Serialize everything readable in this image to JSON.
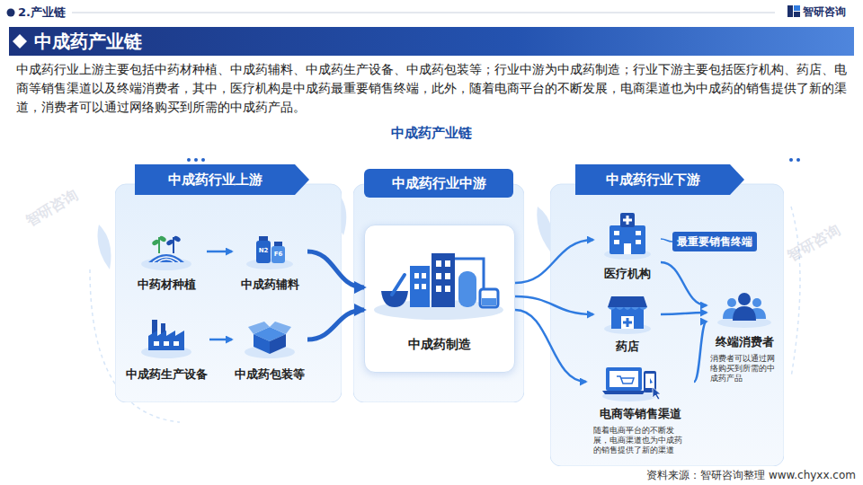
{
  "diagram": {
    "title": "中成药产业链",
    "nodes": [
      {
        "text": [
          "中成药行业上游"
        ]
      },
      {
        "text": [
          "中药材种植"
        ],
        "in": 0
      },
      {
        "text": [
          "中成药辅料"
        ],
        "in": 0
      },
      {
        "text": [
          "中成药生产设备"
        ],
        "in": 0
      },
      {
        "text": [
          "中成药包装等"
        ],
        "in": 0
      },
      {
        "text": [
          "中成药行业中游"
        ]
      },
      {
        "text": [
          "中成药制造"
        ],
        "in": 5
      },
      {
        "text": [
          "中成药行业下游"
        ]
      },
      {
        "text": [
          "医疗机构"
        ],
        "in": 7
      },
      {
        "text": [
          "最重要销售终端"
        ],
        "in": 7
      },
      {
        "text": [
          "药店"
        ],
        "in": 7
      },
      {
        "text": [
          "电商等销售渠道",
          "随着电商平台的不断发展，电商渠道也为中成药的销售提供了新的渠道"
        ],
        "in": 7
      },
      {
        "text": [
          "终端消费者",
          "消费者可以通过网络购买到所需的中成药产品"
        ],
        "in": 7
      }
    ],
    "edges": [
      {
        "from": 1,
        "to": 2,
        "arrow": "to"
      },
      {
        "from": 3,
        "to": 4,
        "arrow": "to"
      },
      {
        "from": 2,
        "to": 6,
        "arrow": "to"
      },
      {
        "from": 4,
        "to": 6,
        "arrow": "to"
      },
      {
        "from": 6,
        "to": 8,
        "arrow": "to"
      },
      {
        "from": 6,
        "to": 10,
        "arrow": "to"
      },
      {
        "from": 6,
        "to": 11,
        "arrow": "to"
      },
      {
        "from": 8,
        "to": 12,
        "arrow": "to"
      },
      {
        "from": 10,
        "to": 12,
        "arrow": "to"
      },
      {
        "from": 11,
        "to": 12,
        "arrow": "to"
      },
      {
        "from": 8,
        "to": 9,
        "arrow": "none"
      }
    ],
    "labels": [
      "2.产业链",
      "智研咨询",
      "中成药产业链",
      "中成药行业上游主要包括中药材种植、中成药辅料、中成药生产设备、中成药包装等；行业中游为中成药制造；行业下游主要包括医疗机构、药店、电商等销售渠道以及终端消费者，其中，医疗机构是中成药最重要销售终端，此外，随着电商平台的不断发展，电商渠道也为中成药的销售提供了新的渠道，消费者可以通过网络购买到所需的中成药产品。",
      "N2",
      "F6",
      "资料来源：智研咨询整理 www.chyxx.com",
      "智研咨询",
      "智研咨询"
    ]
  }
}
